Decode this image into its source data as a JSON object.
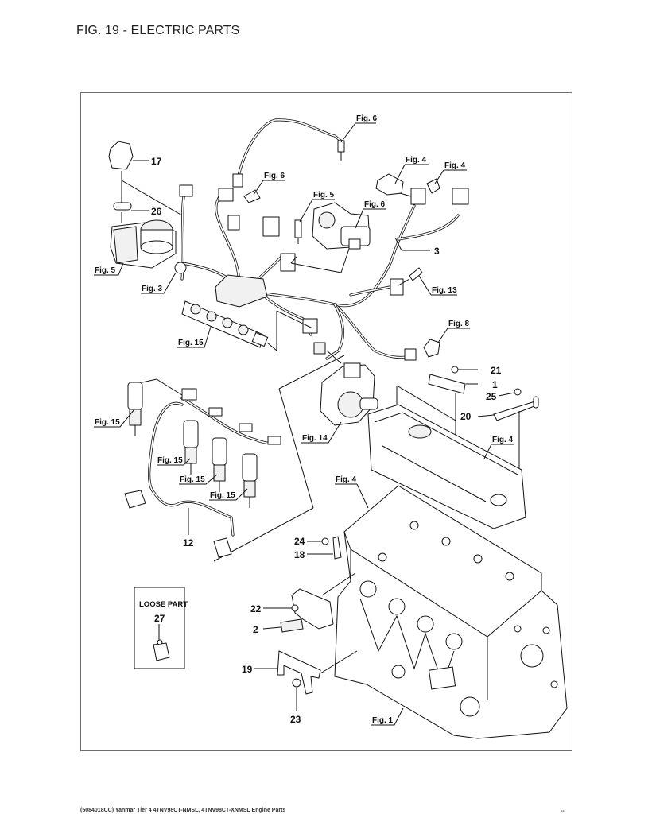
{
  "page": {
    "title": "FIG. 19 - ELECTRIC PARTS",
    "footer": "(5084018CC) Yanmar Tier 4 4TNV98CT-NMSL, 4TNV98CT-XNMSL Engine Parts",
    "page_number": "--"
  },
  "diagram": {
    "figure_refs": [
      {
        "id": "fig6-top",
        "label": "Fig. 6"
      },
      {
        "id": "fig6-left",
        "label": "Fig. 6"
      },
      {
        "id": "fig5-sensor",
        "label": "Fig. 5"
      },
      {
        "id": "fig6-egr",
        "label": "Fig. 6"
      },
      {
        "id": "fig4-a",
        "label": "Fig. 4"
      },
      {
        "id": "fig4-b",
        "label": "Fig. 4"
      },
      {
        "id": "fig5-throttle",
        "label": "Fig. 5"
      },
      {
        "id": "fig3",
        "label": "Fig. 3"
      },
      {
        "id": "fig13",
        "label": "Fig. 13"
      },
      {
        "id": "fig15-rail",
        "label": "Fig. 15"
      },
      {
        "id": "fig8",
        "label": "Fig. 8"
      },
      {
        "id": "fig15-inj1",
        "label": "Fig. 15"
      },
      {
        "id": "fig14",
        "label": "Fig. 14"
      },
      {
        "id": "fig15-inj2",
        "label": "Fig. 15"
      },
      {
        "id": "fig15-inj3",
        "label": "Fig. 15"
      },
      {
        "id": "fig15-inj4",
        "label": "Fig. 15"
      },
      {
        "id": "fig4-cover",
        "label": "Fig. 4"
      },
      {
        "id": "fig4-head",
        "label": "Fig. 4"
      },
      {
        "id": "fig1",
        "label": "Fig. 1"
      }
    ],
    "part_numbers": [
      {
        "id": "p17",
        "label": "17"
      },
      {
        "id": "p26",
        "label": "26"
      },
      {
        "id": "p3",
        "label": "3"
      },
      {
        "id": "p21",
        "label": "21"
      },
      {
        "id": "p1",
        "label": "1"
      },
      {
        "id": "p25",
        "label": "25"
      },
      {
        "id": "p20",
        "label": "20"
      },
      {
        "id": "p12",
        "label": "12"
      },
      {
        "id": "p24",
        "label": "24"
      },
      {
        "id": "p18",
        "label": "18"
      },
      {
        "id": "p22",
        "label": "22"
      },
      {
        "id": "p2",
        "label": "2"
      },
      {
        "id": "p19",
        "label": "19"
      },
      {
        "id": "p23",
        "label": "23"
      }
    ],
    "loose_part": {
      "title": "LOOSE PART",
      "number": "27"
    }
  }
}
